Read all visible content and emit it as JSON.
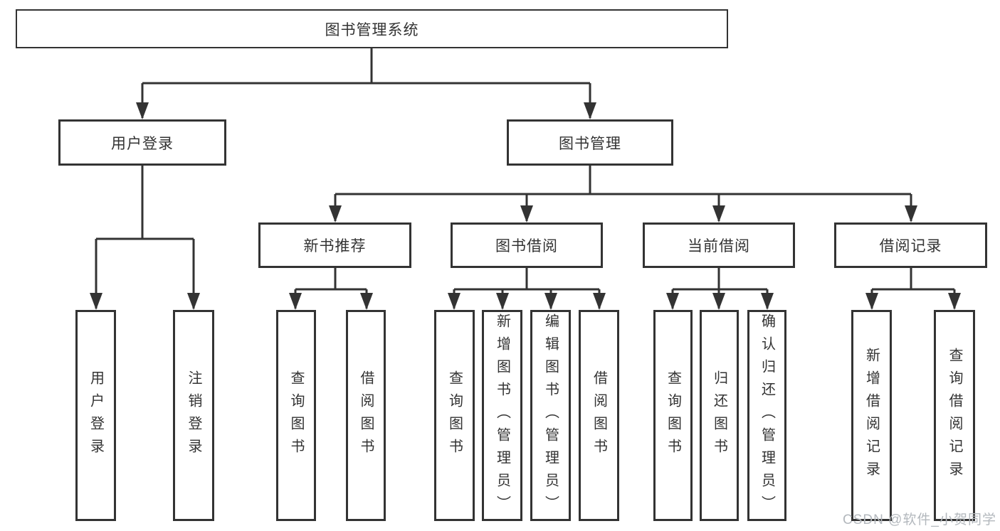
{
  "diagram_title": "图书管理系统",
  "hierarchy": {
    "root": {
      "label": "图书管理系统",
      "children": [
        {
          "label": "用户登录",
          "children": [
            {
              "label": "用户登录"
            },
            {
              "label": "注销登录"
            }
          ]
        },
        {
          "label": "图书管理",
          "children": [
            {
              "label": "新书推荐",
              "children": [
                {
                  "label": "查询图书"
                },
                {
                  "label": "借阅图书"
                }
              ]
            },
            {
              "label": "图书借阅",
              "children": [
                {
                  "label": "查询图书"
                },
                {
                  "label": "新增图书（管理员）"
                },
                {
                  "label": "编辑图书（管理员）"
                },
                {
                  "label": "借阅图书"
                }
              ]
            },
            {
              "label": "当前借阅",
              "children": [
                {
                  "label": "查询图书"
                },
                {
                  "label": "归还图书"
                },
                {
                  "label": "确认归还（管理员）"
                }
              ]
            },
            {
              "label": "借阅记录",
              "children": [
                {
                  "label": "新增借阅记录"
                },
                {
                  "label": "查询借阅记录"
                }
              ]
            }
          ]
        }
      ]
    }
  },
  "watermark": {
    "text": "CSDN @软件_小贺同学"
  },
  "colors": {
    "line": "#333333",
    "box_border": "#333333",
    "box_fill": "#ffffff",
    "text": "#333333",
    "watermark": "#b3b8bd",
    "background": "#ffffff"
  }
}
